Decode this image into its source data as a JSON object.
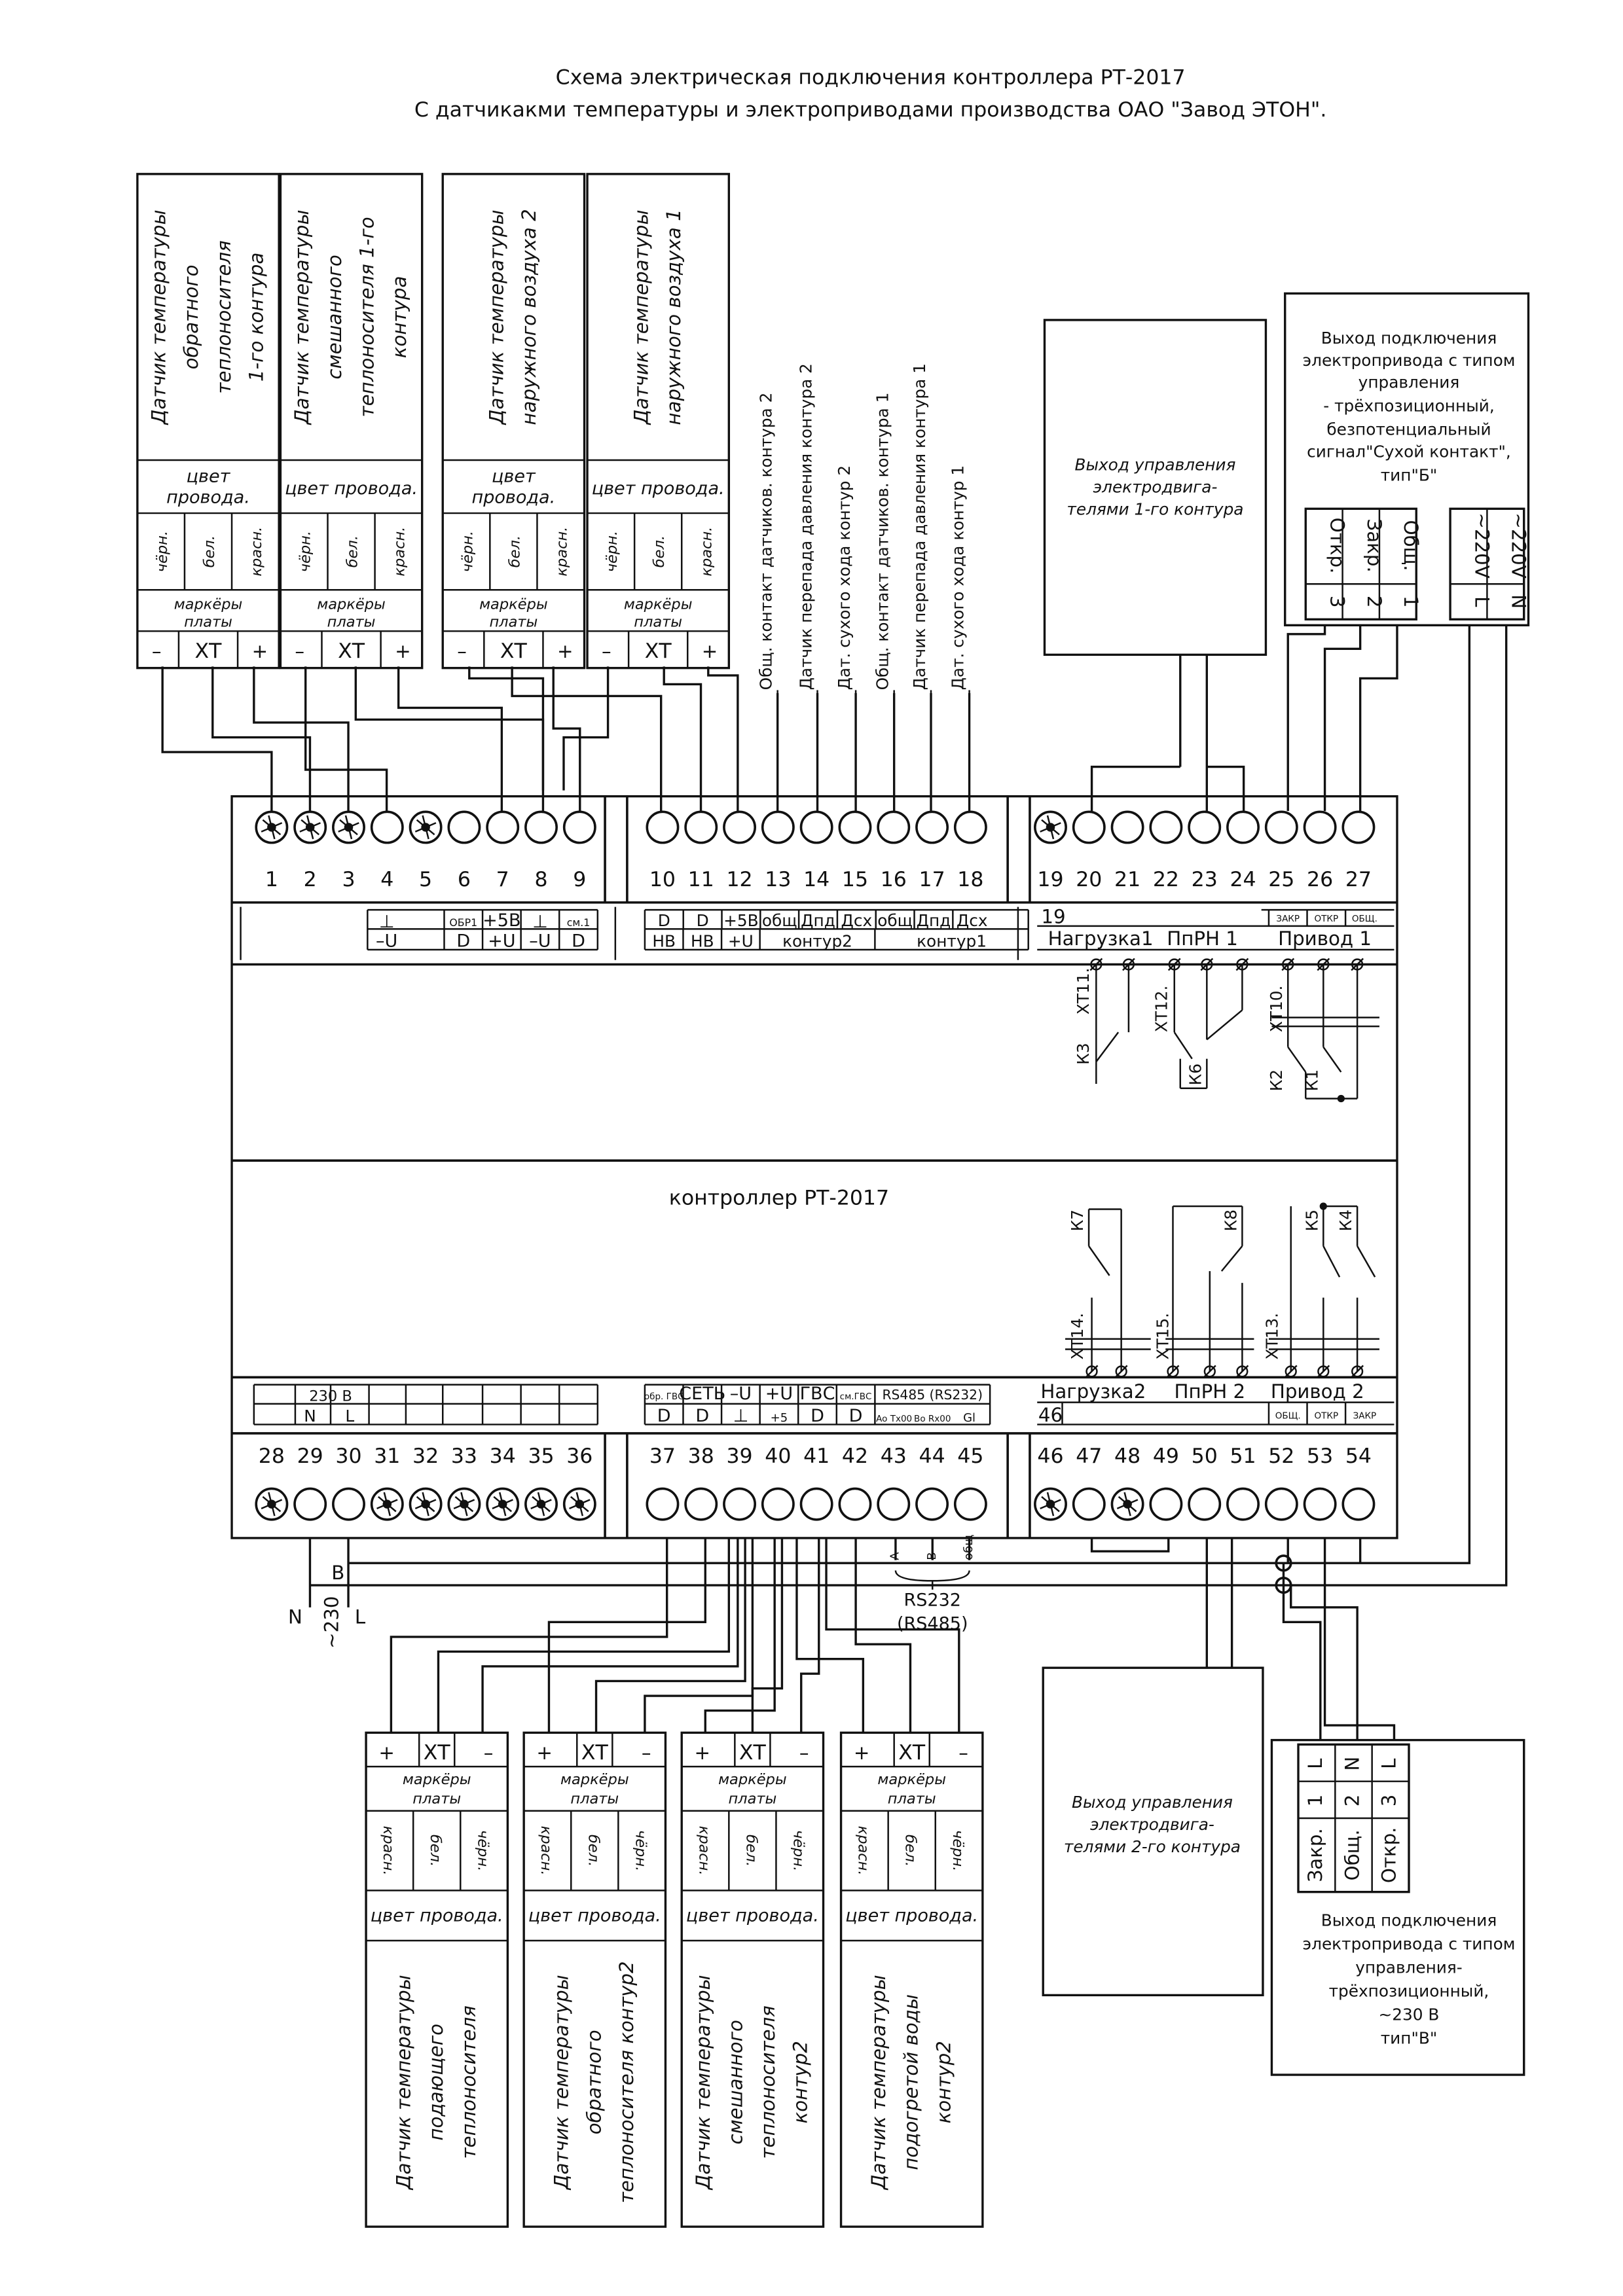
{
  "title": {
    "line1": "Схема электрическая подключения контроллера РТ-2017",
    "line2": "С датчикакми температуры и электроприводами производства ОАО \"Завод ЭТОН\"."
  },
  "controller_label": "контроллер РТ-2017",
  "top_sensors": [
    {
      "name_lines": [
        "Датчик температуры",
        "обратного",
        "теплоносителя",
        "1-го контура"
      ]
    },
    {
      "name_lines": [
        "Датчик температуры",
        "смешанного",
        "теплоносителя 1-го",
        "контура"
      ]
    },
    {
      "name_lines": [
        "Датчик температуры",
        "наружного воздуха 2"
      ]
    },
    {
      "name_lines": [
        "Датчик температуры",
        "наружного воздуха 1"
      ]
    }
  ],
  "top_sensor_color_label": [
    [
      "цвет",
      "провода."
    ],
    [
      "цвет провода."
    ],
    [
      "цвет",
      "провода."
    ],
    [
      "цвет провода."
    ]
  ],
  "bottom_sensors": [
    {
      "name_lines": [
        "Датчик температуры",
        "подающего",
        "теплоносителя"
      ]
    },
    {
      "name_lines": [
        "Датчик температуры",
        "обратного",
        "теплоносителя контур2"
      ]
    },
    {
      "name_lines": [
        "Датчик температуры",
        "смешанного",
        "теплоносителя",
        "контур2"
      ]
    },
    {
      "name_lines": [
        "Датчик температуры",
        "подогретой воды",
        "контур2"
      ]
    }
  ],
  "sensor_common": {
    "wire_colors": [
      "чёрн.",
      "бел.",
      "красн."
    ],
    "markers_label": [
      "маркёры",
      "платы"
    ],
    "xt_labels": [
      "–",
      "ХТ",
      "+"
    ],
    "color_label": "цвет провода."
  },
  "vertical_labels": [
    "Общ. контакт датчиков. контура 2",
    "Датчик перепада давления контура 2",
    "Дат. сухого хода контур 2",
    "Общ. контакт датчиков. контура 1",
    "Датчик перепада давления контура 1",
    "Дат. сухого хода контур 1"
  ],
  "motor_box_1": [
    "Выход управления",
    "электродвига-",
    "телями 1-го контура"
  ],
  "motor_box_2": [
    "Выход управления",
    "электродвига-",
    "телями 2-го контура"
  ],
  "drive_b": {
    "desc": [
      "Выход подключения",
      "электропривода с типом",
      "управления",
      "- трёхпозиционный,",
      "безпотенциальный",
      "сигнал\"Сухой контакт\",",
      "тип\"Б\""
    ],
    "terminals": [
      {
        "label": "Откр.",
        "num": "3"
      },
      {
        "label": "Закр.",
        "num": "2"
      },
      {
        "label": "Общ.",
        "num": "1"
      }
    ],
    "power": [
      {
        "label": "~220V",
        "num": "L"
      },
      {
        "label": "~220V",
        "num": "N"
      }
    ]
  },
  "drive_v": {
    "desc": [
      "Выход подключения",
      "электропривода с типом",
      "управления-",
      "трёхпозиционный,",
      "~230 В",
      "тип\"В\""
    ],
    "terminals": [
      {
        "label": "Закр.",
        "num": "1",
        "pin": "L"
      },
      {
        "label": "Общ.",
        "num": "2",
        "pin": "N"
      },
      {
        "label": "Откр.",
        "num": "3",
        "pin": "L"
      }
    ]
  },
  "top_terminals": [
    "1",
    "2",
    "3",
    "4",
    "5",
    "6",
    "7",
    "8",
    "9",
    "10",
    "11",
    "12",
    "13",
    "14",
    "15",
    "16",
    "17",
    "18",
    "19",
    "20",
    "21",
    "22",
    "23",
    "24",
    "25",
    "26",
    "27"
  ],
  "bottom_terminals": [
    "28",
    "29",
    "30",
    "31",
    "32",
    "33",
    "34",
    "35",
    "36",
    "37",
    "38",
    "39",
    "40",
    "41",
    "42",
    "43",
    "44",
    "45",
    "46",
    "47",
    "48",
    "49",
    "50",
    "51",
    "52",
    "53",
    "54"
  ],
  "top_strip": {
    "group_a": [
      {
        "top": "⊥",
        "bottom": "–U"
      },
      {
        "top": "ОБР1",
        "bottom": "D"
      },
      {
        "top": "+5В",
        "bottom": "+U"
      },
      {
        "top": "⊥",
        "bottom": "–U"
      },
      {
        "top": "см.1",
        "bottom": "D"
      }
    ],
    "group_b_top": [
      "D",
      "D",
      "+5В",
      "общ",
      "Дпд",
      "Дсх",
      "общ",
      "Дпд",
      "Дсх"
    ],
    "group_b_bottom": [
      "НВ",
      "НВ",
      "+U",
      "контур2",
      "контур1"
    ],
    "group_c": {
      "num": "19",
      "labels": [
        "Нагрузка1",
        "ПпРН 1",
        "Привод 1"
      ],
      "small": [
        "ЗАКР",
        "ОТКР",
        "ОБЩ."
      ]
    }
  },
  "bottom_strip": {
    "power_label": "230 В",
    "power_pins": [
      "N",
      "L"
    ],
    "group_b_top": [
      "обр. ГВС",
      "СЕТЬ",
      "–U",
      "+U",
      "ГВС",
      "см.ГВС",
      "RS485 (RS232)"
    ],
    "group_b_bottom": [
      "D",
      "D",
      "⊥",
      "+5",
      "D",
      "D",
      "Ao Tx00",
      "Bo Rx00",
      "Gl"
    ],
    "group_c": {
      "num": "46",
      "labels": [
        "Нагрузка2",
        "ПпРН 2",
        "Привод 2"
      ],
      "small": [
        "ОБЩ.",
        "ОТКР",
        "ЗАКР"
      ]
    }
  },
  "relays_top": [
    "ХТ11.",
    "ХТ12.",
    "ХТ10.",
    "К3",
    "К6",
    "К2",
    "К1"
  ],
  "relays_bottom": [
    "К7",
    "К8",
    "К5",
    "К4",
    "ХТ14.",
    "ХТ15.",
    "ХТ13."
  ],
  "power_labels": {
    "n": "N",
    "voltage": "~230",
    "l": "L",
    "b": "B"
  },
  "rs_labels": {
    "a": "A",
    "b": "B",
    "common": "общ",
    "name": "RS232",
    "alt": "(RS485)"
  }
}
